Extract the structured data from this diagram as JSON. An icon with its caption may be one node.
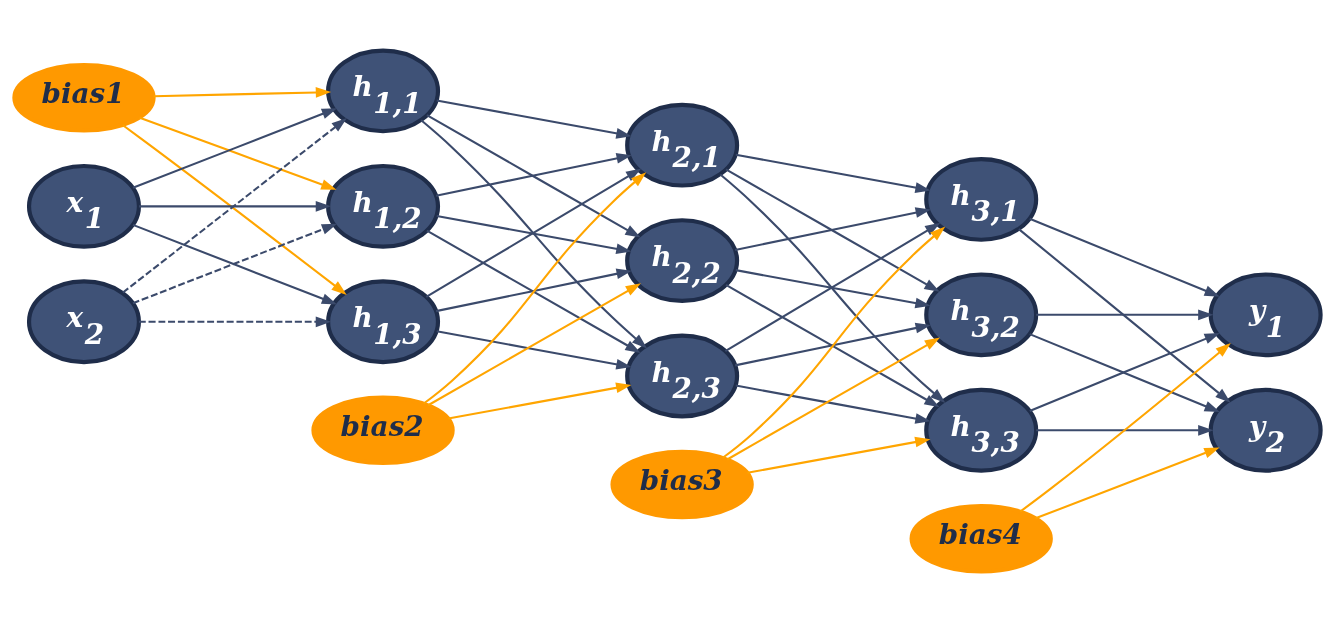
{
  "diagram": {
    "nodes": [
      {
        "text": [
          "bias1"
        ]
      },
      {
        "text": [
          "x$_{1}$"
        ]
      },
      {
        "text": [
          "x$_{2}$"
        ]
      },
      {
        "text": [
          "h$_{1,1}$"
        ]
      },
      {
        "text": [
          "h$_{1,2}$"
        ]
      },
      {
        "text": [
          "h$_{1,3}$"
        ]
      },
      {
        "text": [
          "bias2"
        ]
      },
      {
        "text": [
          "h$_{2,1}$"
        ]
      },
      {
        "text": [
          "h$_{2,2}$"
        ]
      },
      {
        "text": [
          "h$_{2,3}$"
        ]
      },
      {
        "text": [
          "bias3"
        ]
      },
      {
        "text": [
          "h$_{3,1}$"
        ]
      },
      {
        "text": [
          "h$_{3,2}$"
        ]
      },
      {
        "text": [
          "h$_{3,3}$"
        ]
      },
      {
        "text": [
          "bias4"
        ]
      },
      {
        "text": [
          "y$_{1}$"
        ]
      },
      {
        "text": [
          "y$_{2}$"
        ]
      }
    ],
    "edges": [
      {
        "from": 0,
        "to": 3,
        "arrow": "to",
        "color": "#ffa500"
      },
      {
        "from": 0,
        "to": 4,
        "arrow": "to",
        "color": "#ffa500"
      },
      {
        "from": 0,
        "to": 5,
        "arrow": "to",
        "color": "#ffa500"
      },
      {
        "from": 1,
        "to": 3,
        "arrow": "to"
      },
      {
        "from": 1,
        "to": 4,
        "arrow": "to"
      },
      {
        "from": 1,
        "to": 5,
        "arrow": "to"
      },
      {
        "from": 2,
        "to": 3,
        "arrow": "to",
        "style": "dashed"
      },
      {
        "from": 2,
        "to": 4,
        "arrow": "to",
        "style": "dashed"
      },
      {
        "from": 2,
        "to": 5,
        "arrow": "to",
        "style": "dashed"
      },
      {
        "from": 6,
        "to": 7,
        "arrow": "to",
        "color": "#ffa500"
      },
      {
        "from": 6,
        "to": 8,
        "arrow": "to",
        "color": "#ffa500"
      },
      {
        "from": 6,
        "to": 9,
        "arrow": "to",
        "color": "#ffa500"
      },
      {
        "from": 3,
        "to": 7,
        "arrow": "to"
      },
      {
        "from": 3,
        "to": 8,
        "arrow": "to"
      },
      {
        "from": 3,
        "to": 9,
        "arrow": "to"
      },
      {
        "from": 4,
        "to": 7,
        "arrow": "to"
      },
      {
        "from": 4,
        "to": 8,
        "arrow": "to"
      },
      {
        "from": 4,
        "to": 9,
        "arrow": "to"
      },
      {
        "from": 5,
        "to": 7,
        "arrow": "to"
      },
      {
        "from": 5,
        "to": 8,
        "arrow": "to"
      },
      {
        "from": 5,
        "to": 9,
        "arrow": "to"
      },
      {
        "from": 10,
        "to": 11,
        "arrow": "to",
        "color": "#ffa500"
      },
      {
        "from": 10,
        "to": 12,
        "arrow": "to",
        "color": "#ffa500"
      },
      {
        "from": 10,
        "to": 13,
        "arrow": "to",
        "color": "#ffa500"
      },
      {
        "from": 7,
        "to": 11,
        "arrow": "to"
      },
      {
        "from": 7,
        "to": 12,
        "arrow": "to"
      },
      {
        "from": 7,
        "to": 13,
        "arrow": "to"
      },
      {
        "from": 8,
        "to": 11,
        "arrow": "to"
      },
      {
        "from": 8,
        "to": 12,
        "arrow": "to"
      },
      {
        "from": 8,
        "to": 13,
        "arrow": "to"
      },
      {
        "from": 9,
        "to": 11,
        "arrow": "to"
      },
      {
        "from": 9,
        "to": 12,
        "arrow": "to"
      },
      {
        "from": 9,
        "to": 13,
        "arrow": "to"
      },
      {
        "from": 14,
        "to": 15,
        "arrow": "to",
        "color": "#ffa500"
      },
      {
        "from": 14,
        "to": 16,
        "arrow": "to",
        "color": "#ffa500"
      },
      {
        "from": 11,
        "to": 15,
        "arrow": "to"
      },
      {
        "from": 11,
        "to": 16,
        "arrow": "to"
      },
      {
        "from": 12,
        "to": 15,
        "arrow": "to"
      },
      {
        "from": 12,
        "to": 16,
        "arrow": "to"
      },
      {
        "from": 13,
        "to": 15,
        "arrow": "to"
      },
      {
        "from": 13,
        "to": 16,
        "arrow": "to"
      }
    ]
  }
}
